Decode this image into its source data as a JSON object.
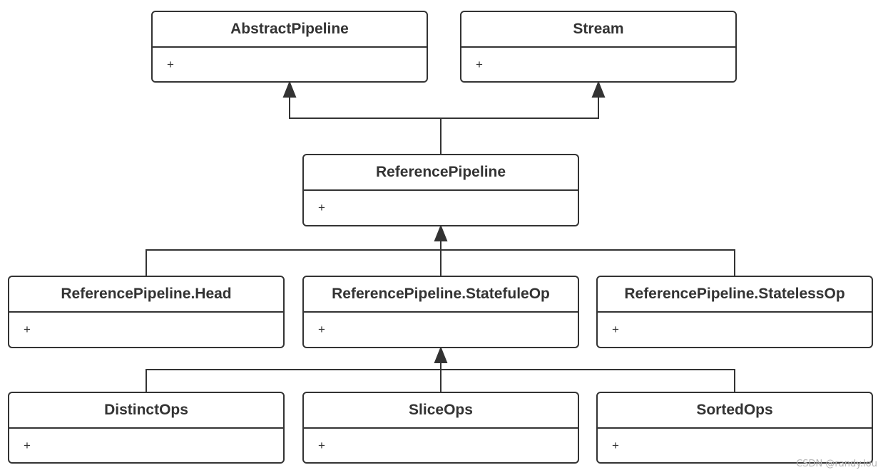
{
  "classes": [
    {
      "id": "abstract-pipeline",
      "name": "AbstractPipeline",
      "member": "+"
    },
    {
      "id": "stream",
      "name": "Stream",
      "member": "+"
    },
    {
      "id": "reference-pipeline",
      "name": "ReferencePipeline",
      "member": "+"
    },
    {
      "id": "reference-pipeline-head",
      "name": "ReferencePipeline.Head",
      "member": "+"
    },
    {
      "id": "reference-pipeline-statefulop",
      "name": "ReferencePipeline.StatefuleOp",
      "member": "+"
    },
    {
      "id": "reference-pipeline-statelessop",
      "name": "ReferencePipeline.StatelessOp",
      "member": "+"
    },
    {
      "id": "distinct-ops",
      "name": "DistinctOps",
      "member": "+"
    },
    {
      "id": "slice-ops",
      "name": "SliceOps",
      "member": "+"
    },
    {
      "id": "sorted-ops",
      "name": "SortedOps",
      "member": "+"
    }
  ],
  "relations": [
    {
      "type": "inheritance",
      "from": "reference-pipeline",
      "to": "abstract-pipeline"
    },
    {
      "type": "inheritance",
      "from": "reference-pipeline",
      "to": "stream"
    },
    {
      "type": "inheritance",
      "from": "reference-pipeline-head",
      "to": "reference-pipeline"
    },
    {
      "type": "inheritance",
      "from": "reference-pipeline-statefulop",
      "to": "reference-pipeline"
    },
    {
      "type": "inheritance",
      "from": "reference-pipeline-statelessop",
      "to": "reference-pipeline"
    },
    {
      "type": "inheritance",
      "from": "distinct-ops",
      "to": "reference-pipeline-statefulop"
    },
    {
      "type": "inheritance",
      "from": "slice-ops",
      "to": "reference-pipeline-statefulop"
    },
    {
      "type": "inheritance",
      "from": "sorted-ops",
      "to": "reference-pipeline-statefulop"
    }
  ],
  "colors": {
    "stroke": "#333333",
    "background": "#ffffff",
    "watermark": "#b4b4b4"
  },
  "watermark": "CSDN @randy.lou"
}
